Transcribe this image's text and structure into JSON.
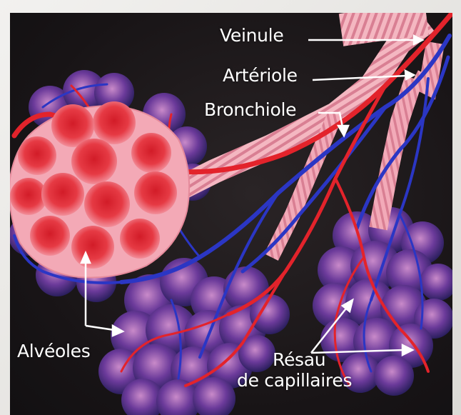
{
  "labels": {
    "veinule": "Veinule",
    "arteriole": "Artériole",
    "bronchiole": "Bronchiole",
    "alveoles": "Alvéoles",
    "reseau_line1": "Résau",
    "reseau_line2": "de capillaires"
  },
  "colors": {
    "background": "#1b1719",
    "artery_red": "#e3242b",
    "vein_blue": "#2a37c8",
    "bronchiole_pink": "#f2a2b0",
    "alveolus_red": "#e8323c",
    "label_white": "#ffffff"
  }
}
